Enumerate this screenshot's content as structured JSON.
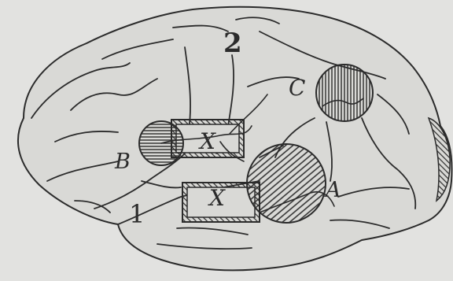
{
  "diagram": {
    "labels": {
      "fissure_2": "2",
      "center_c": "C",
      "lesion_x_upper": "X",
      "center_b": "B",
      "lesion_x_lower": "X",
      "center_a": "A",
      "fissure_1": "1"
    },
    "colors": {
      "background": "#e2e2e0",
      "brain_fill": "#d9d9d6",
      "ink": "#2b2b2b"
    }
  }
}
